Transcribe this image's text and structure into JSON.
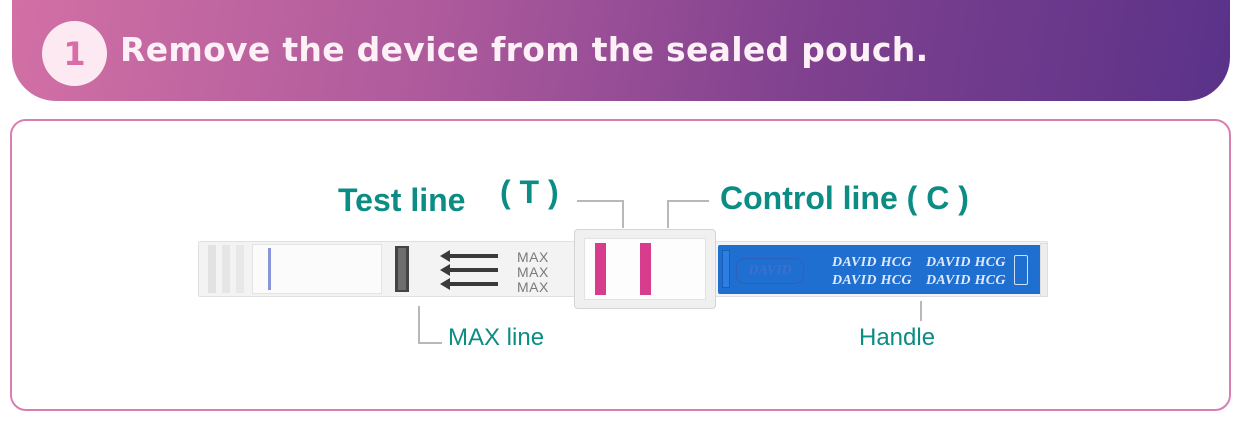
{
  "header": {
    "step_number": "1",
    "title": "Remove the device from the sealed pouch."
  },
  "labels": {
    "test_line": "Test line",
    "test_line_abbr": "( T )",
    "control_line": "Control line ( C )",
    "max_line": "MAX line",
    "handle": "Handle"
  },
  "device": {
    "max_marks": [
      "MAX",
      "MAX",
      "MAX"
    ],
    "brand_logo": "DAVID",
    "brand_text": [
      "DAVID HCG",
      "DAVID HCG",
      "DAVID HCG",
      "DAVID HCG"
    ]
  },
  "colors": {
    "header_start": "#d270a5",
    "header_end": "#5a3289",
    "accent_text": "#0b8c84",
    "result_line": "#d83c8c",
    "handle_blue": "#1f6fd1"
  }
}
